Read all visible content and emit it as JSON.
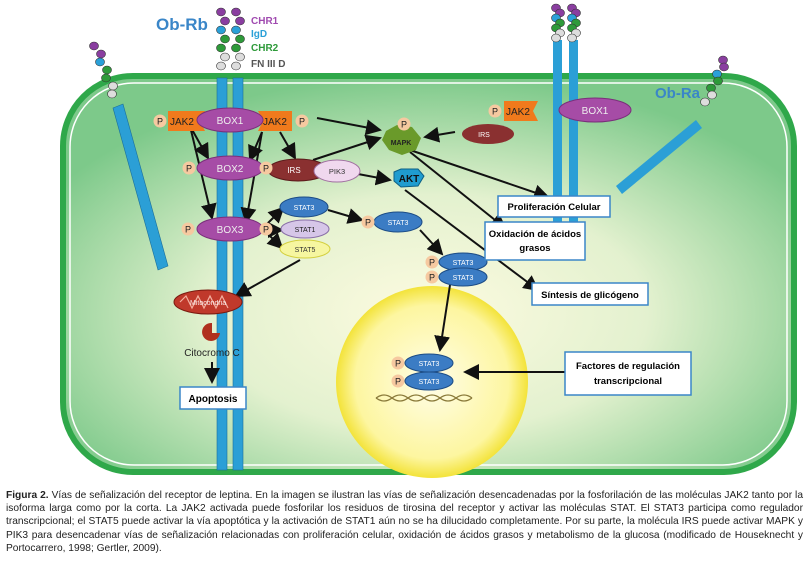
{
  "receptors": {
    "long": "Ob-Rb",
    "short": "Ob-Ra",
    "domains": [
      "CHR1",
      "IgD",
      "CHR2",
      "FN III D"
    ]
  },
  "molecules": {
    "jak2": "JAK2",
    "box1": "BOX1",
    "box2": "BOX2",
    "box3": "BOX3",
    "p": "P",
    "irs": "IRS",
    "pik3": "PIK3",
    "mapk": "MAPK",
    "akt": "AKT",
    "stat3": "STAT3",
    "stat1": "STAT1",
    "stat5": "STAT5",
    "mitochondria": "Mitocondria",
    "cytochrome": "Citocromo C"
  },
  "outcomes": {
    "apoptosis": "Apoptosis",
    "proliferation": "Proliferación Celular",
    "oxidation_1": "Oxidación de ácidos",
    "oxidation_2": "grasos",
    "glycogen": "Síntesis de glicógeno",
    "factors_1": "Factores de regulación",
    "factors_2": "transcripcional"
  },
  "caption": {
    "label": "Figura 2.",
    "text": " Vías de señalización del receptor de leptina. En la imagen se ilustran las vías de señalización desencadenadas por la fosforilación de las moléculas JAK2 tanto por la isoforma larga como por la corta. La JAK2 activada puede fosforilar los residuos de tirosina del receptor y activar las moléculas STAT. El STAT3 participa como regulador transcripcional; el STAT5 puede activar la vía apoptótica y la activación de STAT1 aún no se ha dilucidado completamente. Por su parte, la molécula IRS puede activar MAPK y PIK3 para desencadenar vías de señalización relacionadas con proliferación celular, oxidación de ácidos grasos y metabolismo de la glucosa (modificado de Houseknecht y Portocarrero, 1998; Gertler, 2009)."
  },
  "colors": {
    "membrane": "#2fa84a",
    "receptor": "#2b9fd6",
    "jak2": "#f07a1c",
    "box": "#a64ca6",
    "stat3": "#3b7cc4",
    "mapk": "#6a9a2a",
    "akt": "#1f9ccf"
  }
}
